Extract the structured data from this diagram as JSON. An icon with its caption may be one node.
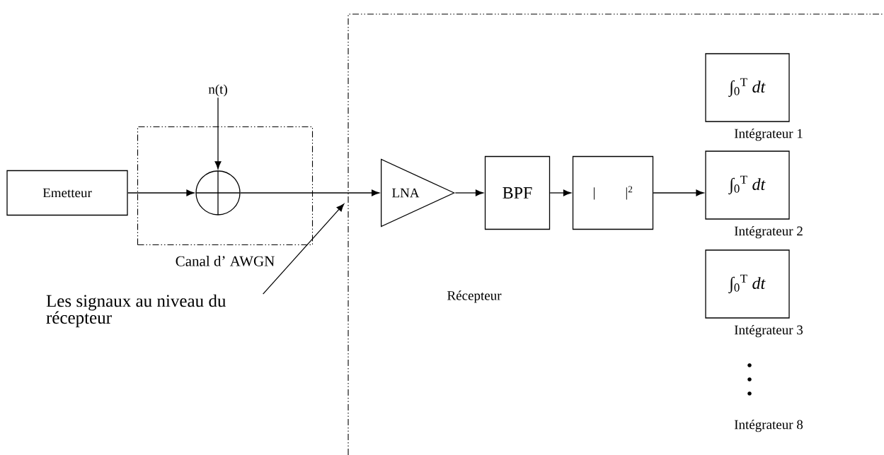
{
  "diagram": {
    "nodes": [
      {
        "text": [
          "Emetteur"
        ]
      },
      {
        "text": [
          "Canal d’ AWGN"
        ]
      },
      {
        "text": [],
        "shape": "circle",
        "in": 1
      },
      {
        "text": [
          "n(t)"
        ]
      },
      {
        "text": [
          "Récepteur"
        ]
      },
      {
        "text": [
          "LNA"
        ],
        "in": 4
      },
      {
        "text": [
          "BPF"
        ],
        "in": 4
      },
      {
        "text": [
          "|  |$^{2}$"
        ],
        "in": 4
      },
      {
        "text": [
          "∫$_{0}$$^{T}$ *dt*"
        ],
        "in": 4,
        "beside": [
          "Intégrateur 1"
        ]
      },
      {
        "text": [
          "∫$_{0}$$^{T}$ *dt*"
        ],
        "in": 4,
        "beside": [
          "Intégrateur 2"
        ]
      },
      {
        "text": [
          "∫$_{0}$$^{T}$ *dt*"
        ],
        "in": 4,
        "beside": [
          "Intégrateur 3"
        ]
      },
      {
        "text": [
          "Les signaux au niveau du récepteur"
        ]
      }
    ],
    "edges": [
      {
        "from": 0,
        "to": 2,
        "arrow": "to"
      },
      {
        "from": 3,
        "to": 2,
        "arrow": "to"
      },
      {
        "from": 2,
        "to": 5,
        "arrow": "to"
      },
      {
        "from": 5,
        "to": 6,
        "arrow": "to"
      },
      {
        "from": 6,
        "to": 7,
        "arrow": "to"
      },
      {
        "from": 7,
        "to": 9,
        "arrow": "to"
      },
      {
        "from": 11,
        "to": 4,
        "arrow": "to"
      }
    ],
    "labels": [
      "Intégrateur 8"
    ]
  }
}
